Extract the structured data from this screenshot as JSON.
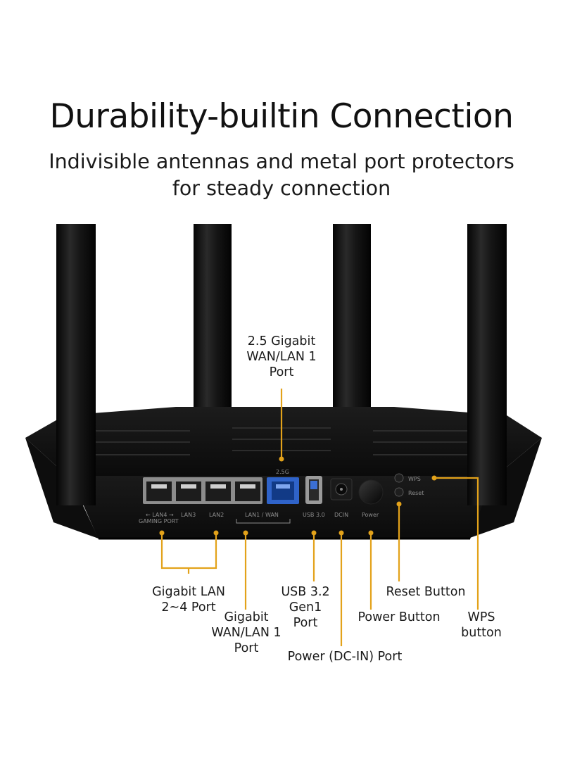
{
  "headline": "Durability-builtin Connection",
  "subline": {
    "line1": "Indivisible antennas and metal port protectors",
    "line2": "for steady connection"
  },
  "colors": {
    "callout_line": "#e3a21a",
    "router_body": "#111111",
    "wan_port": "#2f63c9"
  },
  "panel_labels": {
    "lan4": "← LAN4 →",
    "gaming": "GAMING PORT",
    "lan3": "LAN3",
    "lan2": "LAN2",
    "lan1wan": "LAN1 / WAN",
    "usb": "USB 3.0",
    "dcin": "DCIN",
    "power": "Power",
    "wps": "WPS",
    "reset": "Reset",
    "g25": "2.5G"
  },
  "callouts": {
    "wan25": [
      "2.5 Gigabit",
      "WAN/LAN 1",
      "Port"
    ],
    "lan24": [
      "Gigabit LAN",
      "2~4 Port"
    ],
    "wan1": [
      "Gigabit",
      "WAN/LAN 1",
      "Port"
    ],
    "usb": [
      "USB 3.2",
      "Gen1",
      "Port"
    ],
    "dcin": [
      "Power (DC-IN) Port"
    ],
    "power": [
      "Power Button"
    ],
    "reset": [
      "Reset Button"
    ],
    "wps": [
      "WPS",
      "button"
    ]
  }
}
